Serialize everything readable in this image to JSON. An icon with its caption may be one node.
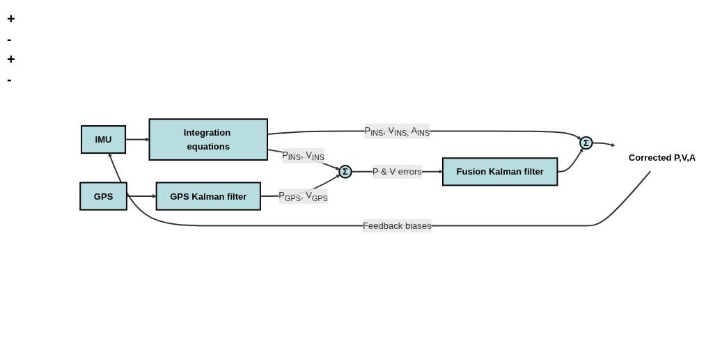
{
  "diagram": {
    "nodes": [
      {
        "text": [
          "IMU"
        ]
      },
      {
        "text": [
          "Integration equations"
        ]
      },
      {
        "text": [
          "Σ"
        ]
      },
      {
        "text": [
          "Corrected P,V,A"
        ]
      },
      {
        "text": [
          "Σ"
        ]
      },
      {
        "text": [
          "Fusion Kalman filter"
        ]
      },
      {
        "text": [
          "GPS"
        ]
      },
      {
        "text": [
          "GPS Kalman filter"
        ]
      }
    ],
    "edges": [
      {
        "from": 0,
        "to": 1,
        "arrow": "to"
      },
      {
        "from": 1,
        "to": 2,
        "arrow": "to",
        "label": "P$_{INS}$, V$_{INS, }$A$_{INS}$"
      },
      {
        "from": 2,
        "to": 3,
        "arrow": "to"
      },
      {
        "from": 3,
        "to": 0,
        "arrow": "to",
        "label": "Feedback biases"
      },
      {
        "from": 1,
        "to": 4,
        "arrow": "to",
        "label": "P$_{INS}$, V$_{INS}$"
      },
      {
        "from": 4,
        "to": 5,
        "arrow": "to",
        "label": "P & V errors"
      },
      {
        "from": 5,
        "to": 2,
        "arrow": "to"
      },
      {
        "from": 6,
        "to": 7,
        "arrow": "to"
      },
      {
        "from": 7,
        "to": 4,
        "arrow": "to",
        "label": "P$_{GPS}$, V$_{GPS}$"
      }
    ],
    "labels": [
      "+",
      "-",
      "+",
      "-"
    ]
  }
}
